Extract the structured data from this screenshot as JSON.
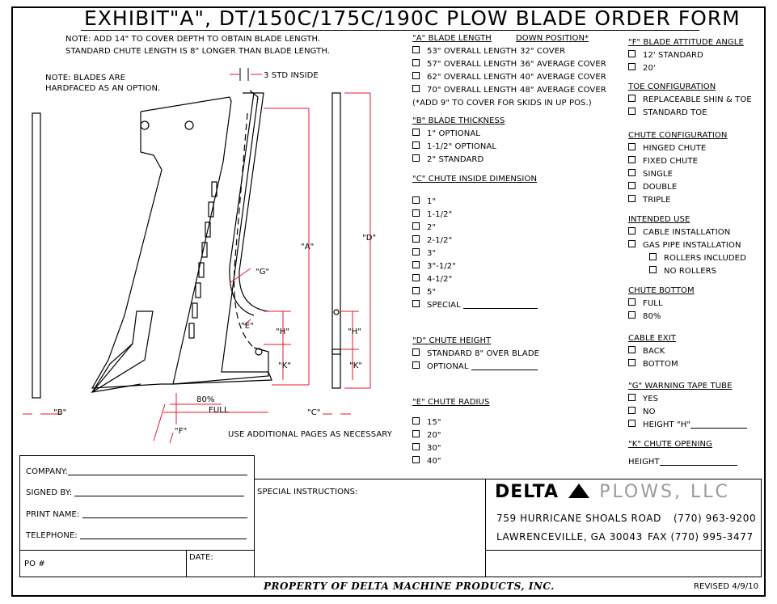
{
  "title": "EXHIBIT\"A\", DT/150C/175C/190C PLOW BLADE ORDER FORM",
  "notes": {
    "cover_depth": "NOTE: ADD 14\" TO COVER DEPTH TO OBTAIN BLADE LENGTH.",
    "chute_length": "STANDARD CHUTE LENGTH IS 8\" LONGER THAN BLADE LENGTH.",
    "hardfaced_1": "NOTE: BLADES ARE",
    "hardfaced_2": "HARDFACED AS AN OPTION.",
    "std_inside": "3 STD INSIDE",
    "additional_pages": "USE ADDITIONAL PAGES AS NECESSARY"
  },
  "drawing_labels": {
    "A": "\"A\"",
    "B": "\"B\"",
    "C": "\"C\"",
    "D": "\"D\"",
    "E": "\"E\"",
    "F": "\"F\"",
    "G": "\"G\"",
    "H1": "\"H\"",
    "H2": "\"H\"",
    "K1": "\"K\"",
    "K2": "\"K\"",
    "pct80": "80%",
    "full": "FULL"
  },
  "section_a": {
    "heading": "\"A\" BLADE LENGTH",
    "down_heading": "DOWN POSITION*",
    "rows": [
      {
        "length": "53\" OVERALL LENGTH",
        "down": "32\" COVER"
      },
      {
        "length": "57\" OVERALL LENGTH",
        "down": "36\" AVERAGE COVER"
      },
      {
        "length": "62\" OVERALL LENGTH",
        "down": "40\" AVERAGE COVER"
      },
      {
        "length": "70\" OVERALL LENGTH",
        "down": "48\" AVERAGE COVER"
      }
    ],
    "footnote": "(*ADD 9\" TO COVER FOR SKIDS IN UP POS.)"
  },
  "section_b": {
    "heading": "\"B\" BLADE THICKNESS",
    "options": [
      "1\" OPTIONAL",
      "1-1/2\" OPTIONAL",
      "2\" STANDARD"
    ]
  },
  "section_c": {
    "heading": "\"C\" CHUTE INSIDE DIMENSION",
    "options": [
      "1\"",
      "1-1/2\"",
      "2\"",
      "2-1/2\"",
      "3\"",
      "3\"-1/2\"",
      "4-1/2\"",
      "5\"",
      "SPECIAL"
    ]
  },
  "section_d": {
    "heading": "\"D\" CHUTE HEIGHT",
    "options": [
      "STANDARD 8\" OVER BLADE",
      "OPTIONAL"
    ]
  },
  "section_e": {
    "heading": "\"E\" CHUTE RADIUS",
    "options": [
      "15\"",
      "20\"",
      "30\"",
      "40\""
    ]
  },
  "section_f": {
    "heading": "\"F\" BLADE ATTITUDE ANGLE",
    "options": [
      "12' STANDARD",
      "20'"
    ]
  },
  "toe": {
    "heading": "TOE CONFIGURATION",
    "options": [
      "REPLACEABLE SHIN & TOE",
      "STANDARD TOE"
    ]
  },
  "chute_config": {
    "heading": "CHUTE CONFIGURATION",
    "options": [
      "HINGED CHUTE",
      "FIXED CHUTE",
      "SINGLE",
      "DOUBLE",
      "TRIPLE"
    ]
  },
  "intended_use": {
    "heading": "INTENDED USE",
    "options": [
      "CABLE INSTALLATION",
      "GAS PIPE INSTALLATION"
    ],
    "sub_options": [
      "ROLLERS INCLUDED",
      "NO ROLLERS"
    ]
  },
  "chute_bottom": {
    "heading": "CHUTE BOTTOM",
    "options": [
      "FULL",
      "80%"
    ]
  },
  "cable_exit": {
    "heading": "CABLE EXIT",
    "options": [
      "BACK",
      "BOTTOM"
    ]
  },
  "warning_tape": {
    "heading": "\"G\" WARNING TAPE TUBE",
    "options": [
      "YES",
      "NO",
      "HEIGHT \"H\""
    ]
  },
  "chute_opening": {
    "heading": "\"K\" CHUTE OPENING",
    "height_label": "HEIGHT"
  },
  "form": {
    "company": "COMPANY:",
    "signed_by": "SIGNED BY:",
    "print_name": "PRINT NAME:",
    "telephone": "TELEPHONE:",
    "po": "PO #",
    "date": "DATE:",
    "special_instructions": "SPECIAL INSTRUCTIONS:"
  },
  "company_block": {
    "name_bold": "DELTA",
    "name_light": "PLOWS, LLC",
    "address1": "759 HURRICANE SHOALS ROAD",
    "phone": "(770) 963-9200",
    "address2": "LAWRENCEVILLE, GA 30043",
    "fax": "FAX (770) 995-3477"
  },
  "footer": {
    "property": "PROPERTY OF DELTA MACHINE PRODUCTS, INC.",
    "revised": "REVISED 4/9/10"
  }
}
